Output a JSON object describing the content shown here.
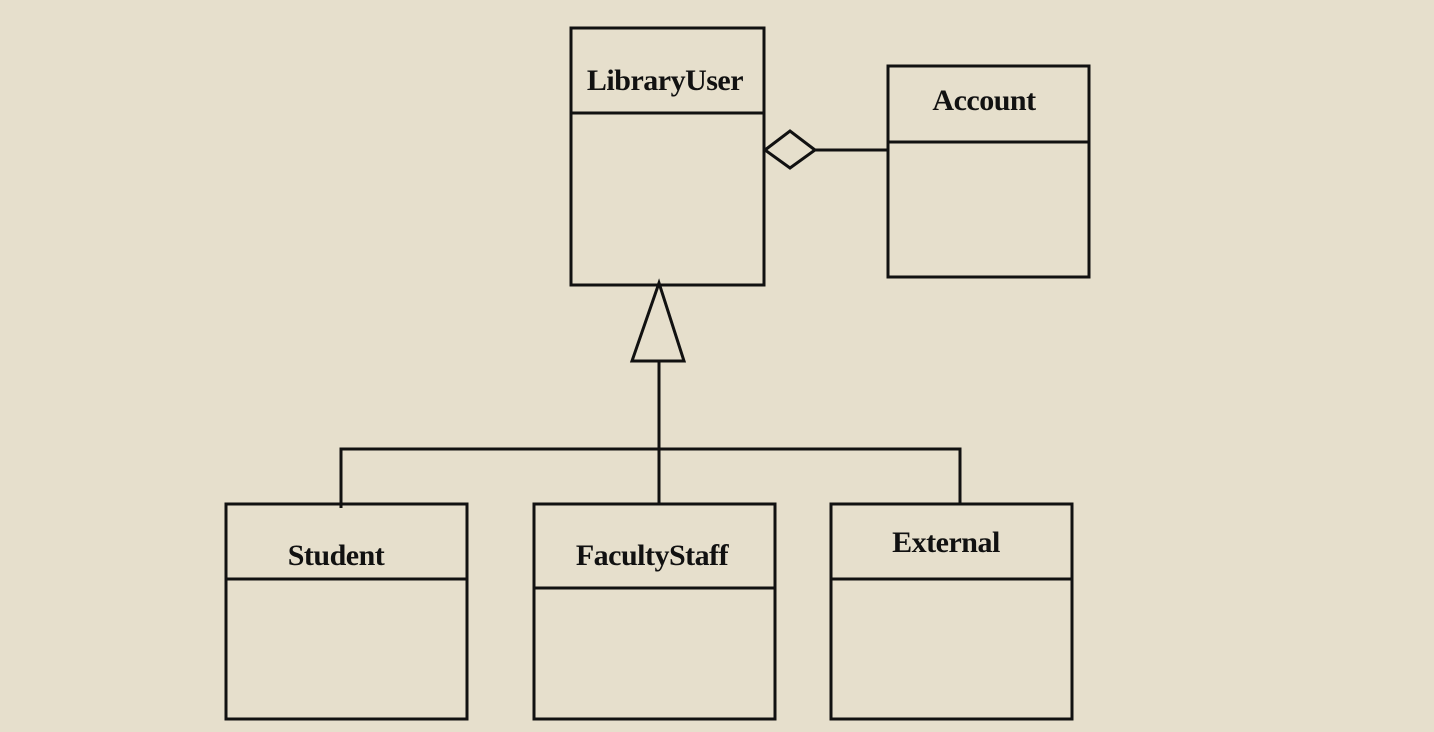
{
  "diagram": {
    "classes": {
      "library_user": {
        "name": "LibraryUser"
      },
      "account": {
        "name": "Account"
      },
      "student": {
        "name": "Student"
      },
      "faculty_staff": {
        "name": "FacultyStaff"
      },
      "external": {
        "name": "External"
      }
    },
    "relationships": [
      {
        "type": "aggregation",
        "whole": "LibraryUser",
        "part": "Account"
      },
      {
        "type": "generalization",
        "parent": "LibraryUser",
        "children": [
          "Student",
          "FacultyStaff",
          "External"
        ]
      }
    ],
    "colors": {
      "background": "#e6dfcc",
      "stroke": "#111111"
    }
  }
}
